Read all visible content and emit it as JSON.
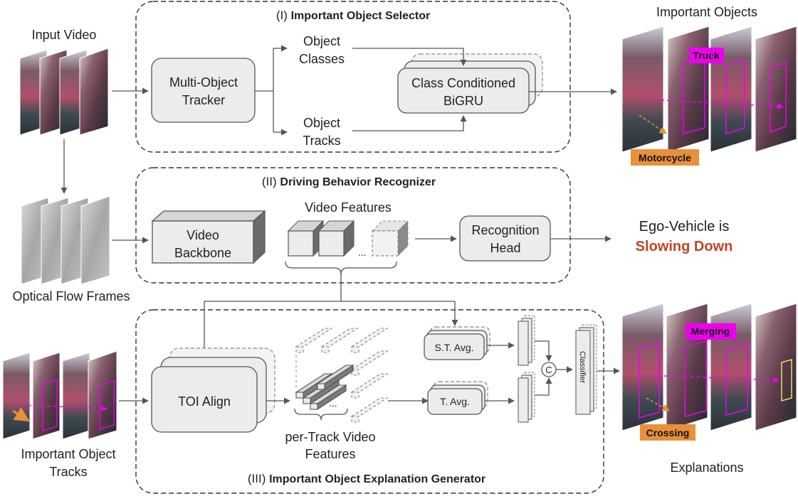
{
  "sections": {
    "selector": {
      "numeral": "(I)",
      "title": "Important Object Selector"
    },
    "recognizer": {
      "numeral": "(II)",
      "title": "Driving Behavior Recognizer"
    },
    "generator": {
      "numeral": "(III)",
      "title": "Important Object Explanation Generator"
    }
  },
  "labels": {
    "input_video": "Input Video",
    "optical_flow": "Optical Flow Frames",
    "important_tracks_1": "Important Object",
    "important_tracks_2": "Tracks",
    "important_objects": "Important Objects",
    "explanations": "Explanations",
    "object_classes_1": "Object",
    "object_classes_2": "Classes",
    "object_tracks_1": "Object",
    "object_tracks_2": "Tracks",
    "video_features": "Video Features",
    "per_track_1": "per-Track Video",
    "per_track_2": "Features",
    "ego_1": "Ego-Vehicle is",
    "ego_2": "Slowing Down",
    "dots": "...",
    "concat": "C"
  },
  "boxes": {
    "tracker_1": "Multi-Object",
    "tracker_2": "Tracker",
    "bigru_1": "Class Conditioned",
    "bigru_2": "BiGRU",
    "backbone_1": "Video",
    "backbone_2": "Backbone",
    "head_1": "Recognition",
    "head_2": "Head",
    "toi": "TOI Align",
    "st_avg": "S.T. Avg.",
    "t_avg": "T. Avg.",
    "classifier": "Classifier"
  },
  "tags": {
    "truck": "Truck",
    "motorcycle": "Motorcycle",
    "merging": "Merging",
    "crossing": "Crossing"
  },
  "colors": {
    "magenta": "#ee00ee",
    "orange": "#e8903a",
    "red_text": "#c0432a",
    "yellow_box": "#e0e060"
  }
}
